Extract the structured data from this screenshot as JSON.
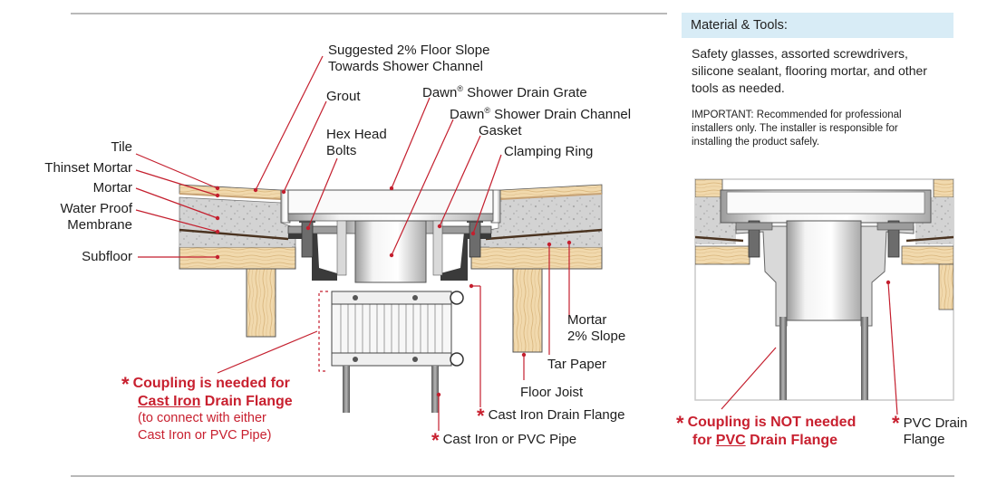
{
  "labels": {
    "floor_slope": "Suggested 2% Floor Slope\nTowards Shower Channel",
    "grout": "Grout",
    "grate": "Dawn",
    "grate_rest": " Shower Drain Grate",
    "channel": "Dawn",
    "channel_rest": " Shower Drain Channel",
    "reg": "®",
    "gasket": "Gasket",
    "hex_bolts": "Hex Head\nBolts",
    "clamping_ring": "Clamping Ring",
    "tile": "Tile",
    "thinset": "Thinset Mortar",
    "mortar": "Mortar",
    "membrane": "Water Proof\nMembrane",
    "subfloor": "Subfloor",
    "mortar_slope": "Mortar\n2% Slope",
    "tar_paper": "Tar Paper",
    "floor_joist": "Floor Joist",
    "cast_iron_flange": "Cast Iron Drain Flange",
    "pipe": "Cast Iron or PVC Pipe",
    "pvc_flange": "PVC Drain\nFlange"
  },
  "notes": {
    "coupling_needed_1": "Coupling is needed for",
    "coupling_needed_2a": "Cast Iron",
    "coupling_needed_2b": " Drain Flange",
    "coupling_needed_sub": "(to connect with either\nCast Iron or PVC Pipe)",
    "coupling_not_1": "Coupling is NOT needed",
    "coupling_not_2a": "for ",
    "coupling_not_2b": "PVC",
    "coupling_not_2c": " Drain Flange",
    "star": "*"
  },
  "materials": {
    "heading": "Material & Tools:",
    "body": "Safety glasses, assorted screwdrivers,\nsilicone sealant, flooring mortar, and other\ntools as needed.",
    "important": "IMPORTANT: Recommended for professional\ninstallers only. The installer is responsible for\ninstalling the product safely."
  },
  "colors": {
    "accent_red": "#c8202f",
    "leader_red": "#c41f2e",
    "header_blue": "#d8ecf6",
    "rule_gray": "#b9b9b9"
  }
}
